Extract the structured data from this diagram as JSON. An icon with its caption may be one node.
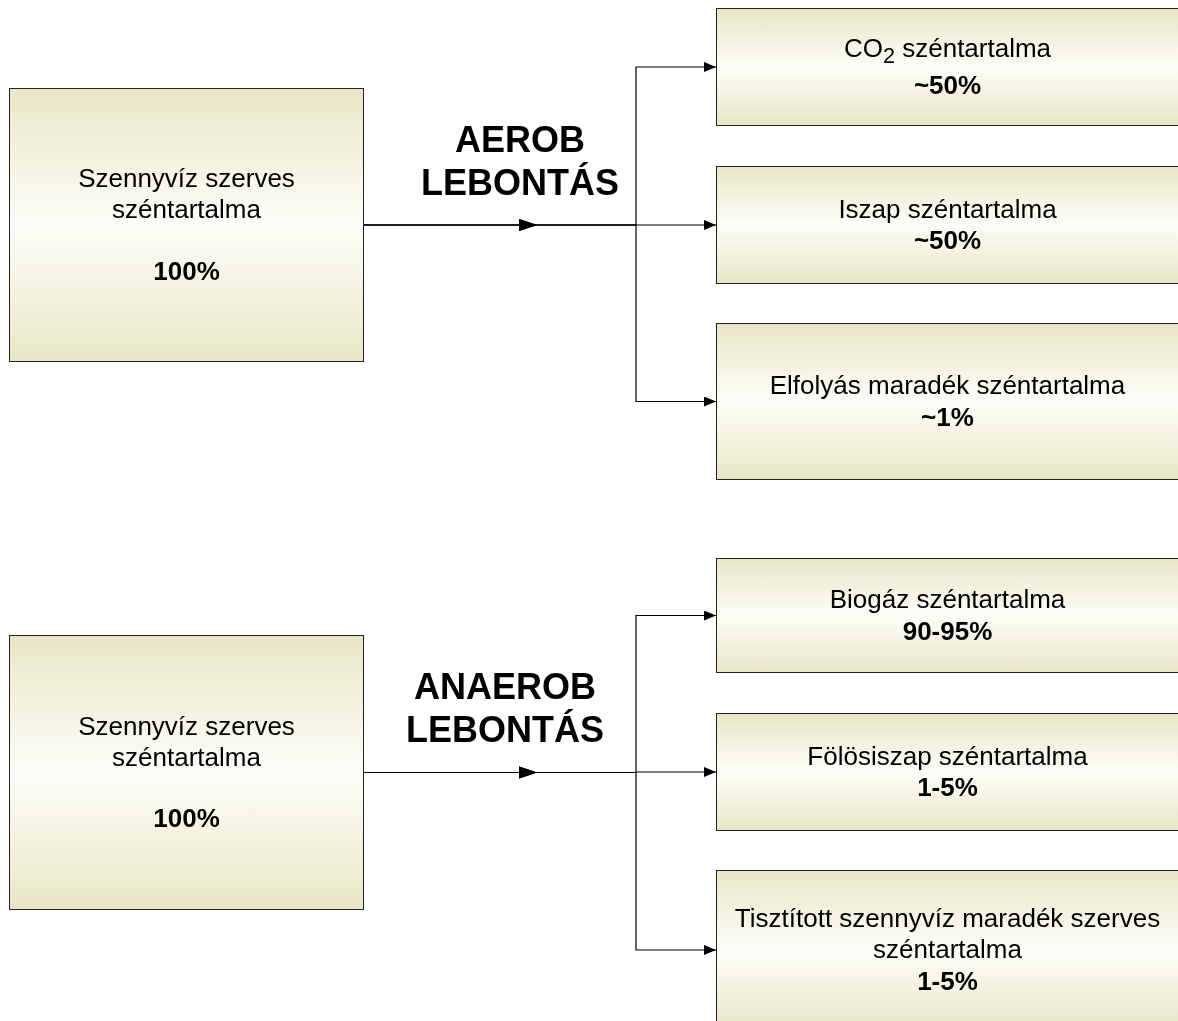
{
  "diagram": {
    "nodes": [
      {
        "text": [
          "Szennyvíz szerves széntartalma",
          "100%"
        ]
      },
      {
        "text": [
          "CO$_{2}$ széntartalma",
          "~50%"
        ]
      },
      {
        "text": [
          "Iszap széntartalma",
          "~50%"
        ]
      },
      {
        "text": [
          "Elfolyás maradék széntartalma",
          "~1%"
        ]
      },
      {
        "text": [
          "Szennyvíz szerves széntartalma",
          "100%"
        ]
      },
      {
        "text": [
          "Biogáz széntartalma",
          "90-95%"
        ]
      },
      {
        "text": [
          "Fölösiszap széntartalma",
          "1-5%"
        ]
      },
      {
        "text": [
          "Tisztított szennyvíz maradék szerves széntartalma",
          "1-5%"
        ]
      }
    ],
    "edges": [
      {
        "from": 0,
        "to": 1,
        "arrow": "to"
      },
      {
        "from": 0,
        "to": 2,
        "arrow": "to"
      },
      {
        "from": 0,
        "to": 3,
        "arrow": "to"
      },
      {
        "from": 4,
        "to": 5,
        "arrow": "to"
      },
      {
        "from": 4,
        "to": 6,
        "arrow": "to"
      },
      {
        "from": 4,
        "to": 7,
        "arrow": "to"
      }
    ],
    "labels": [
      "AEROB LEBONTÁS",
      "ANAEROB LEBONTÁS"
    ]
  }
}
